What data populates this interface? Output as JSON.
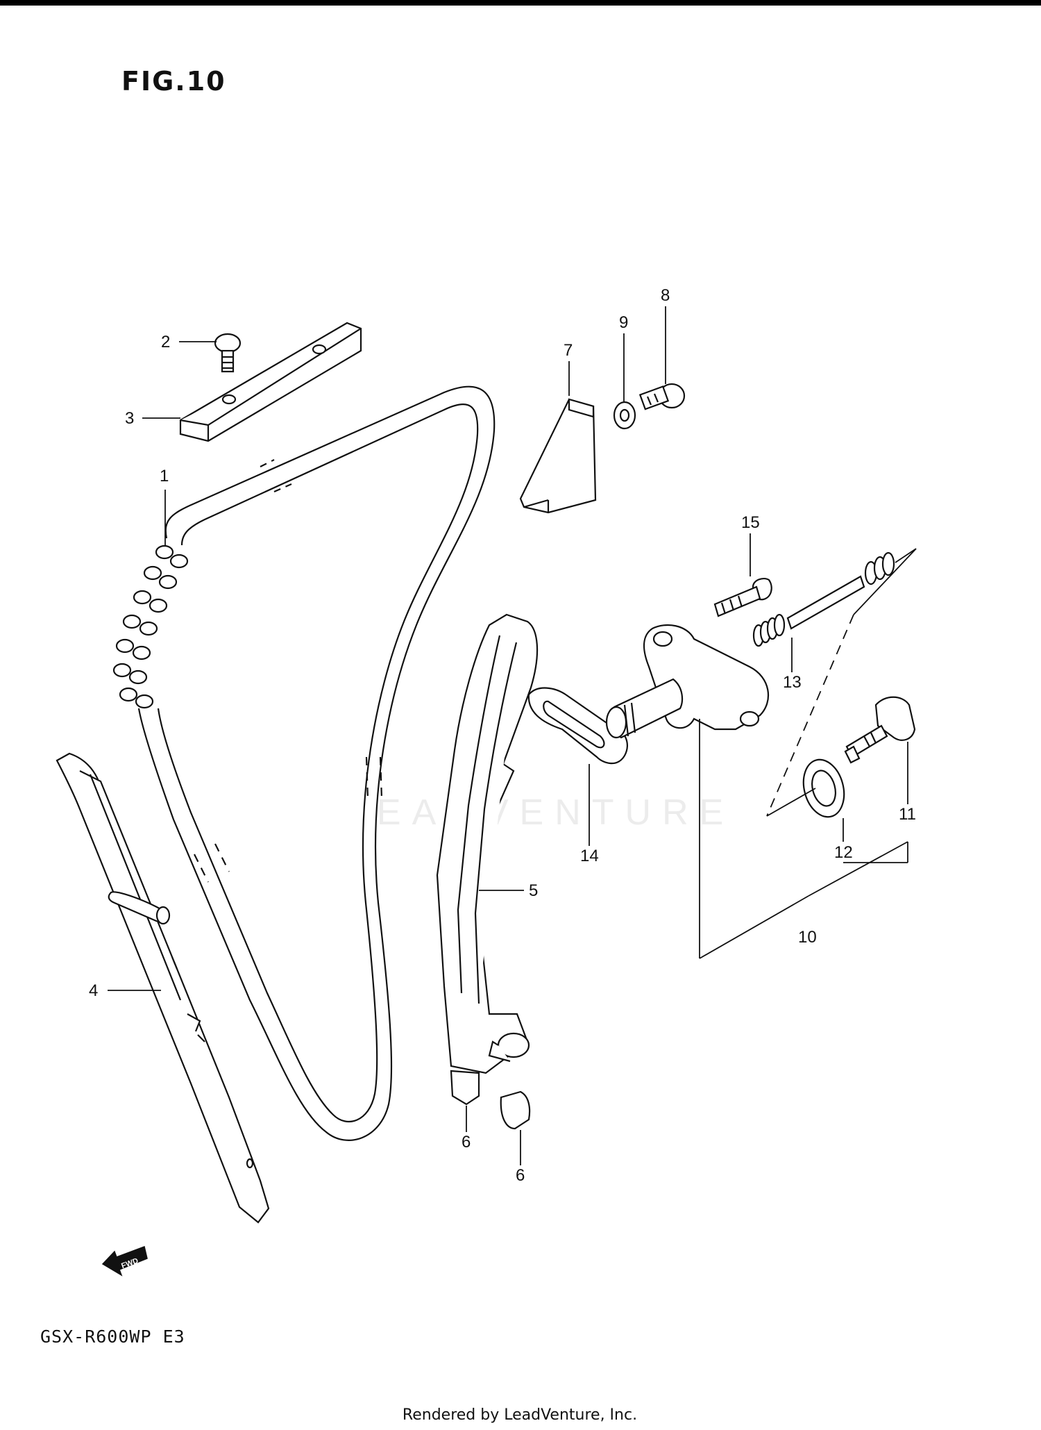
{
  "figure": {
    "title": "FIG.10"
  },
  "model": {
    "code": "GSX-R600WP E3"
  },
  "footer": {
    "text": "Rendered by LeadVenture, Inc."
  },
  "watermark": {
    "text": "LEADVENTURE"
  },
  "forward_marker": {
    "label": "FWD"
  },
  "callouts": [
    {
      "id": "1",
      "label": "1"
    },
    {
      "id": "2",
      "label": "2"
    },
    {
      "id": "3",
      "label": "3"
    },
    {
      "id": "4",
      "label": "4"
    },
    {
      "id": "5",
      "label": "5"
    },
    {
      "id": "6a",
      "label": "6"
    },
    {
      "id": "6b",
      "label": "6"
    },
    {
      "id": "7",
      "label": "7"
    },
    {
      "id": "8",
      "label": "8"
    },
    {
      "id": "9",
      "label": "9"
    },
    {
      "id": "10",
      "label": "10"
    },
    {
      "id": "11",
      "label": "11"
    },
    {
      "id": "12",
      "label": "12"
    },
    {
      "id": "13",
      "label": "13"
    },
    {
      "id": "14",
      "label": "14"
    },
    {
      "id": "15",
      "label": "15"
    }
  ]
}
